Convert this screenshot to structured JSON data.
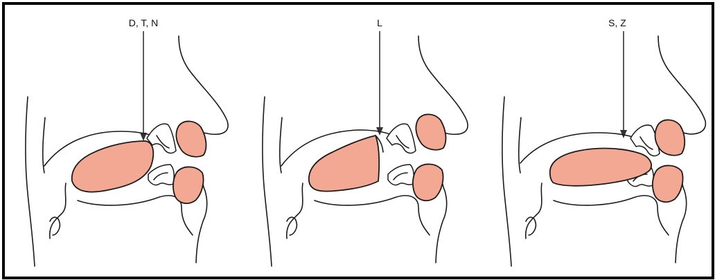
{
  "panels": [
    {
      "label": "D, T, N"
    },
    {
      "label": "L"
    },
    {
      "label": "S, Z"
    }
  ],
  "colors": {
    "tissue_fill": "#f2a893",
    "line": "#1a1a1a",
    "frame": "#000000"
  }
}
